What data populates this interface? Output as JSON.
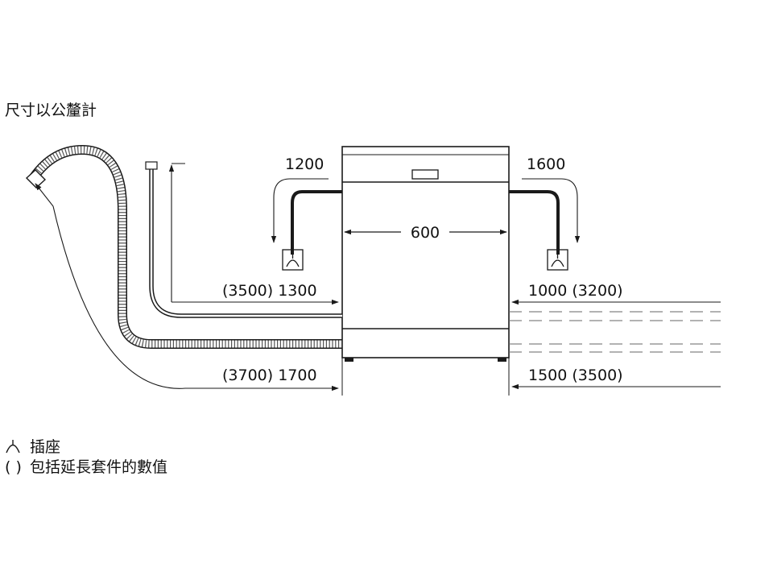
{
  "title": "尺寸以公釐計",
  "dimensions": {
    "left_top": "1200",
    "right_top": "1600",
    "width": "600",
    "left_mid": "(3500) 1300",
    "right_mid": "1000 (3200)",
    "left_bottom": "(3700) 1700",
    "right_bottom": "1500 (3500)"
  },
  "legend": {
    "socket_label": "插座",
    "paren_symbol": "( )",
    "paren_label": "包括延長套件的數值"
  }
}
